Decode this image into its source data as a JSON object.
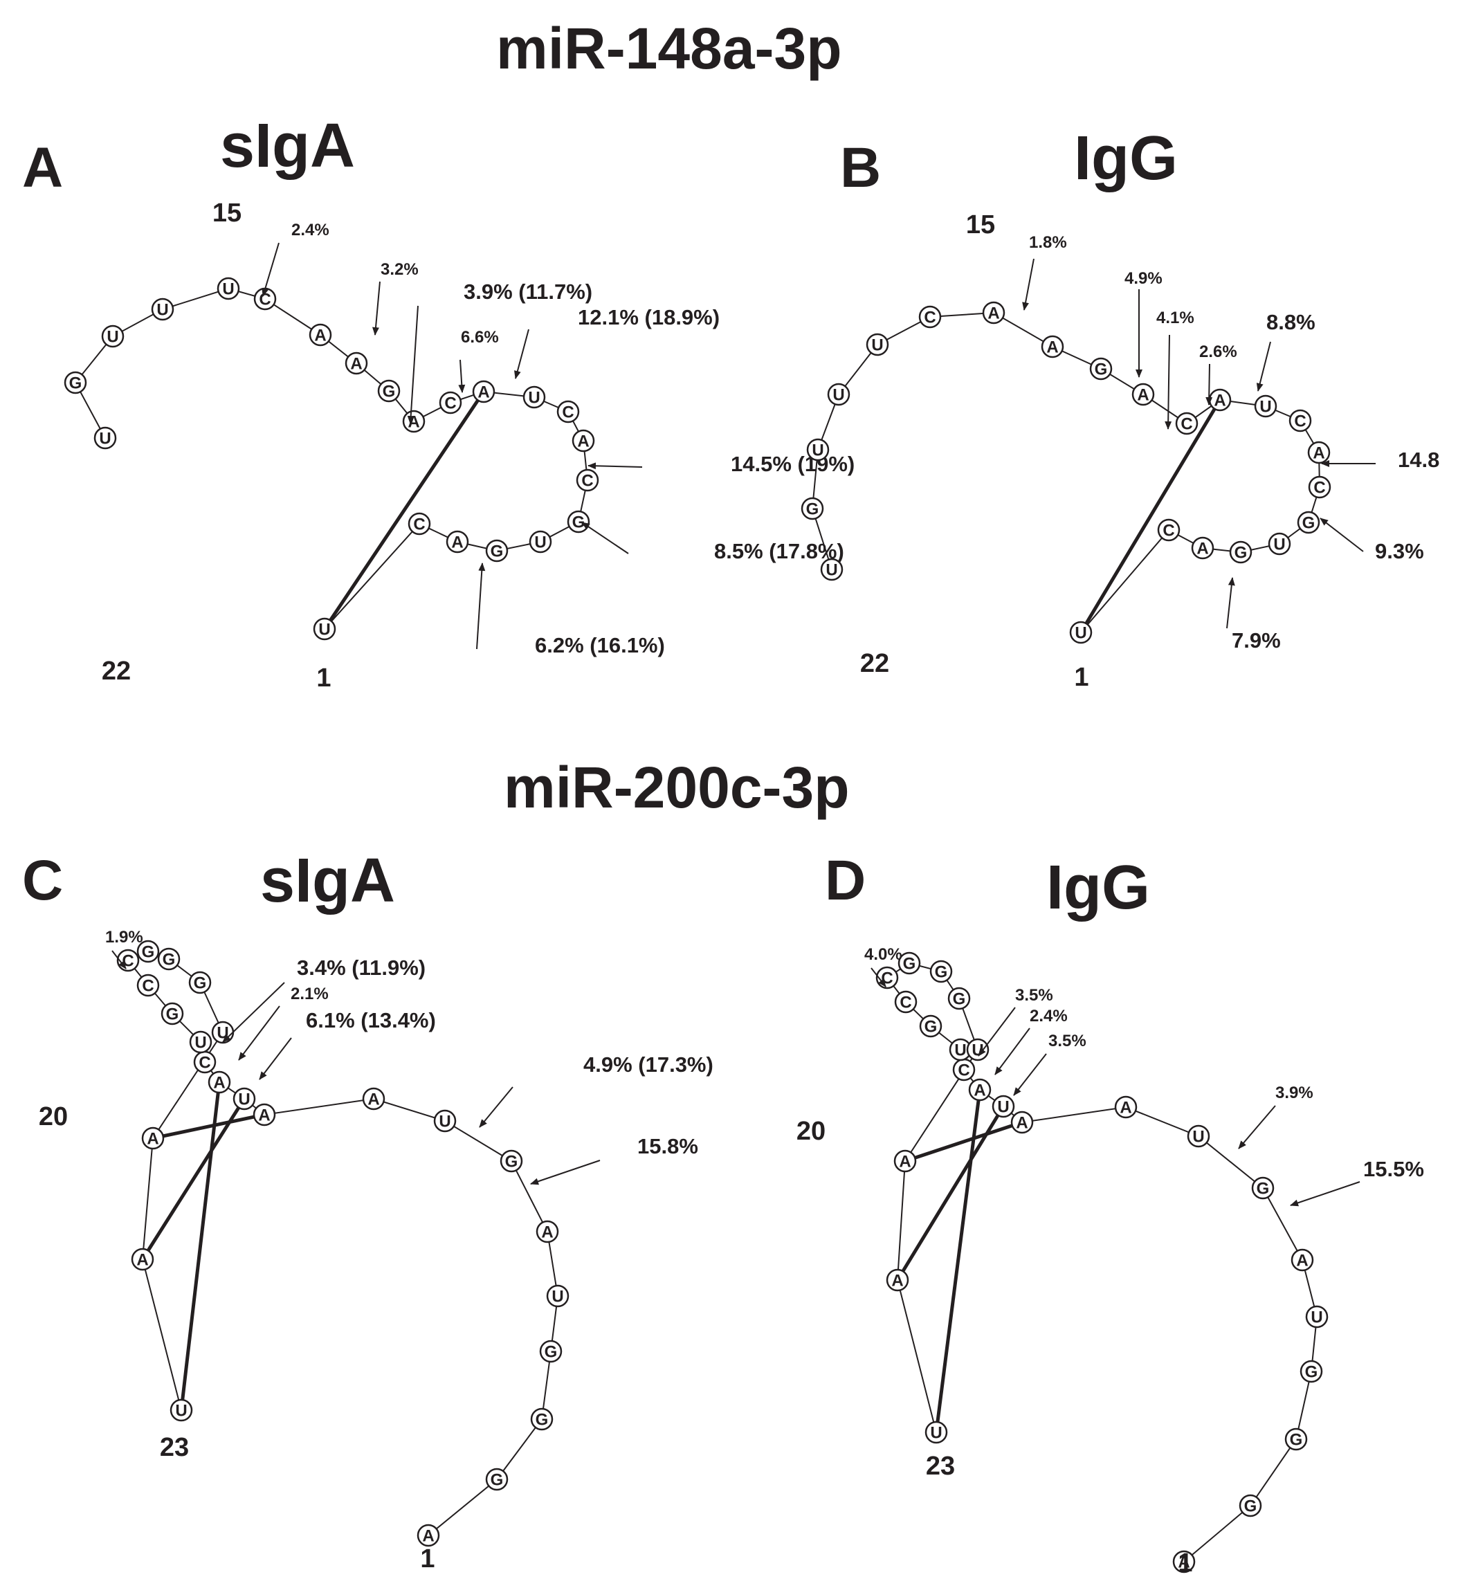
{
  "titles": {
    "top": "miR-148a-3p",
    "bottom": "miR-200c-3p"
  },
  "panels": [
    {
      "letter": "A",
      "name": "sIgA",
      "sequence": [
        "U",
        "C",
        "A",
        "G",
        "U",
        "G",
        "C",
        "A",
        "C",
        "U",
        "A",
        "C",
        "A",
        "G",
        "A",
        "A",
        "C",
        "U",
        "U",
        "U",
        "G",
        "U"
      ],
      "positions": [
        "15",
        "22",
        "1"
      ],
      "percents": [
        "2.4%",
        "3.2%",
        "3.9% (11.7%)",
        "12.1% (18.9%)",
        "6.6%",
        "14.5% (19%)",
        "8.5% (17.8%)",
        "6.2% (16.1%)"
      ]
    },
    {
      "letter": "B",
      "name": "IgG",
      "sequence": [
        "U",
        "C",
        "A",
        "G",
        "U",
        "G",
        "C",
        "A",
        "C",
        "U",
        "A",
        "C",
        "A",
        "G",
        "A",
        "A",
        "C",
        "U",
        "U",
        "U",
        "G",
        "U"
      ],
      "positions": [
        "15",
        "22",
        "1"
      ],
      "percents": [
        "1.8%",
        "4.9%",
        "4.1%",
        "8.8%",
        "2.6%",
        "14.8",
        "9.3%",
        "7.9%"
      ]
    },
    {
      "letter": "C",
      "name": "sIgA",
      "sequence": [
        "A",
        "G",
        "G",
        "G",
        "U",
        "A",
        "G",
        "U",
        "A",
        "A",
        "U",
        "A",
        "C",
        "U",
        "G",
        "C",
        "C",
        "G",
        "G",
        "G",
        "U",
        "A",
        "A",
        "U"
      ],
      "positions": [
        "20",
        "23",
        "1"
      ],
      "percents": [
        "1.9%",
        "3.4% (11.9%)",
        "2.1%",
        "6.1% (13.4%)",
        "4.9% (17.3%)",
        "15.8%"
      ]
    },
    {
      "letter": "D",
      "name": "IgG",
      "sequence": [
        "A",
        "G",
        "G",
        "G",
        "U",
        "A",
        "G",
        "U",
        "A",
        "A",
        "U",
        "A",
        "C",
        "U",
        "G",
        "C",
        "C",
        "G",
        "G",
        "G",
        "U",
        "A",
        "A",
        "U"
      ],
      "positions": [
        "20",
        "23",
        "1"
      ],
      "percents": [
        "4.0%",
        "3.5%",
        "2.4%",
        "3.5%",
        "3.9%",
        "15.5%"
      ]
    }
  ]
}
